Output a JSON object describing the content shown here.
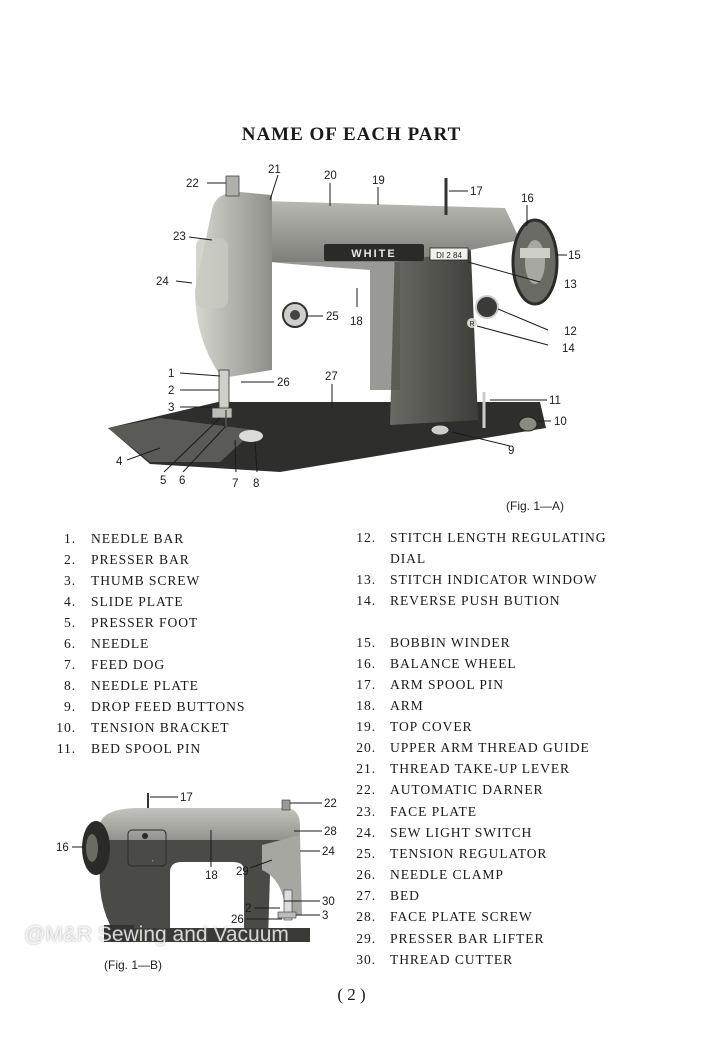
{
  "page_title": "NAME OF EACH PART",
  "fig_a": {
    "caption": "(Fig. 1—A)",
    "brand": "WHITE",
    "stitch_window": "DI 2 84",
    "reverse_mark": "R",
    "callouts": [
      "1",
      "2",
      "3",
      "4",
      "5",
      "6",
      "7",
      "8",
      "9",
      "10",
      "11",
      "12",
      "13",
      "14",
      "15",
      "16",
      "17",
      "18",
      "19",
      "20",
      "21",
      "22",
      "23",
      "24",
      "25",
      "26",
      "27"
    ]
  },
  "fig_b": {
    "caption": "(Fig. 1—B)",
    "callouts": [
      "16",
      "17",
      "22",
      "28",
      "24",
      "18",
      "29",
      "30",
      "2",
      "3",
      "26"
    ]
  },
  "parts_left": [
    {
      "num": "1.",
      "name": "NEEDLE BAR"
    },
    {
      "num": "2.",
      "name": "PRESSER BAR"
    },
    {
      "num": "3.",
      "name": "THUMB SCREW"
    },
    {
      "num": "4.",
      "name": "SLIDE PLATE"
    },
    {
      "num": "5.",
      "name": "PRESSER FOOT"
    },
    {
      "num": "6.",
      "name": "NEEDLE"
    },
    {
      "num": "7.",
      "name": "FEED DOG"
    },
    {
      "num": "8.",
      "name": "NEEDLE PLATE"
    },
    {
      "num": "9.",
      "name": "DROP FEED BUTTONS"
    },
    {
      "num": "10.",
      "name": "TENSION BRACKET"
    },
    {
      "num": "11.",
      "name": "BED SPOOL PIN"
    }
  ],
  "parts_right": [
    {
      "num": "12.",
      "name": "STITCH LENGTH REGULATING"
    },
    {
      "num": "",
      "name": "DIAL"
    },
    {
      "num": "13.",
      "name": "STITCH INDICATOR WINDOW"
    },
    {
      "num": "14.",
      "name": "REVERSE PUSH BUTION"
    },
    {
      "num": "15.",
      "name": "BOBBIN WINDER"
    },
    {
      "num": "16.",
      "name": "BALANCE WHEEL"
    },
    {
      "num": "17.",
      "name": "ARM SPOOL PIN"
    },
    {
      "num": "18.",
      "name": "ARM"
    },
    {
      "num": "19.",
      "name": "TOP COVER"
    },
    {
      "num": "20.",
      "name": "UPPER ARM THREAD GUIDE"
    },
    {
      "num": "21.",
      "name": "THREAD TAKE-UP LEVER"
    },
    {
      "num": "22.",
      "name": "AUTOMATIC DARNER"
    },
    {
      "num": "23.",
      "name": "FACE PLATE"
    },
    {
      "num": "24.",
      "name": "SEW LIGHT SWITCH"
    },
    {
      "num": "25.",
      "name": "TENSION REGULATOR"
    },
    {
      "num": "26.",
      "name": "NEEDLE CLAMP"
    },
    {
      "num": "27.",
      "name": "BED"
    },
    {
      "num": "28.",
      "name": "FACE PLATE SCREW"
    },
    {
      "num": "29.",
      "name": "PRESSER BAR LIFTER"
    },
    {
      "num": "30.",
      "name": "THREAD CUTTER"
    }
  ],
  "watermark": "@M&R Sewing and Vacuum",
  "page_number": "( 2 )",
  "colors": {
    "machine_body": "#9a9a94",
    "machine_dark": "#4a4a46",
    "bed": "#2e2e2c",
    "ink": "#1a1a1a"
  }
}
